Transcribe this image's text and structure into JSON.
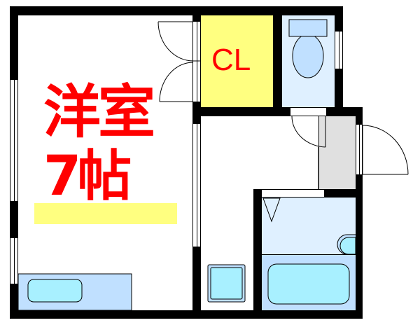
{
  "floorplan": {
    "rooms": {
      "western_room": {
        "label_line1": "洋室",
        "label_line2": "7帖",
        "type": "Western-style room",
        "size_tatami": 7
      },
      "closet": {
        "label": "CL",
        "color": "#ffff80"
      },
      "toilet": {
        "label": "",
        "color": "#dff0ff"
      },
      "entrance": {
        "label": "",
        "color": "#e0e0e0"
      },
      "bathroom": {
        "label": "",
        "color": "#dff0ff"
      },
      "kitchen": {
        "label": ""
      }
    },
    "colors": {
      "wall": "#000000",
      "label_text": "#ff0000",
      "highlight_bar": "#ffff80",
      "fixture_fill": "#c0e0ff",
      "fixture_inner": "#a8f0ff"
    }
  }
}
